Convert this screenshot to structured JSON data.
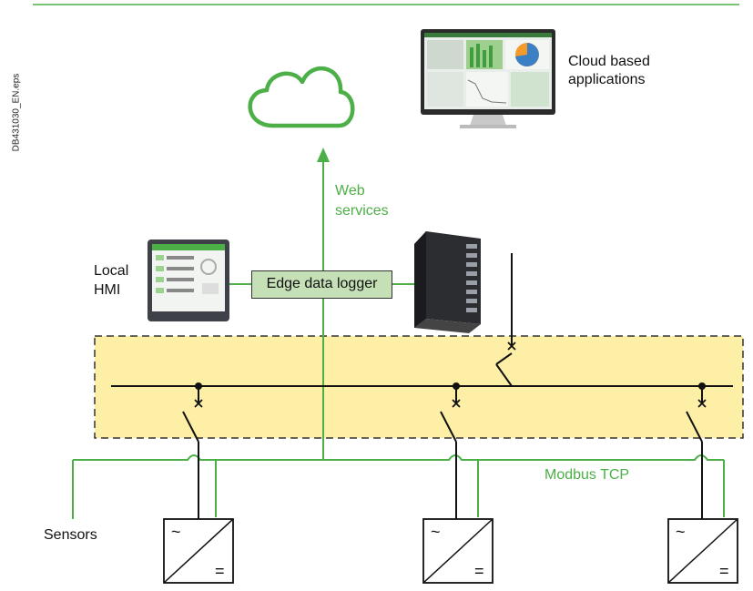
{
  "figure_id": "DB431030_EN.eps",
  "labels": {
    "cloud_apps_line1": "Cloud based",
    "cloud_apps_line2": "applications",
    "web_line1": "Web",
    "web_line2": "services",
    "local_line1": "Local",
    "local_line2": "HMI",
    "edge_logger": "Edge data logger",
    "modbus": "Modbus TCP",
    "sensors": "Sensors"
  },
  "converter_symbols": {
    "ac": "~",
    "dc": "="
  },
  "colors": {
    "green": "#4caf47",
    "zone_fill": "#fdf0a6",
    "zone_border": "#333333",
    "logger_fill": "#c5dfb6",
    "line": "#111111"
  },
  "icons": [
    "cloud-icon",
    "monitor-icon",
    "hmi-panel-icon",
    "server-icon",
    "converter-icon"
  ]
}
